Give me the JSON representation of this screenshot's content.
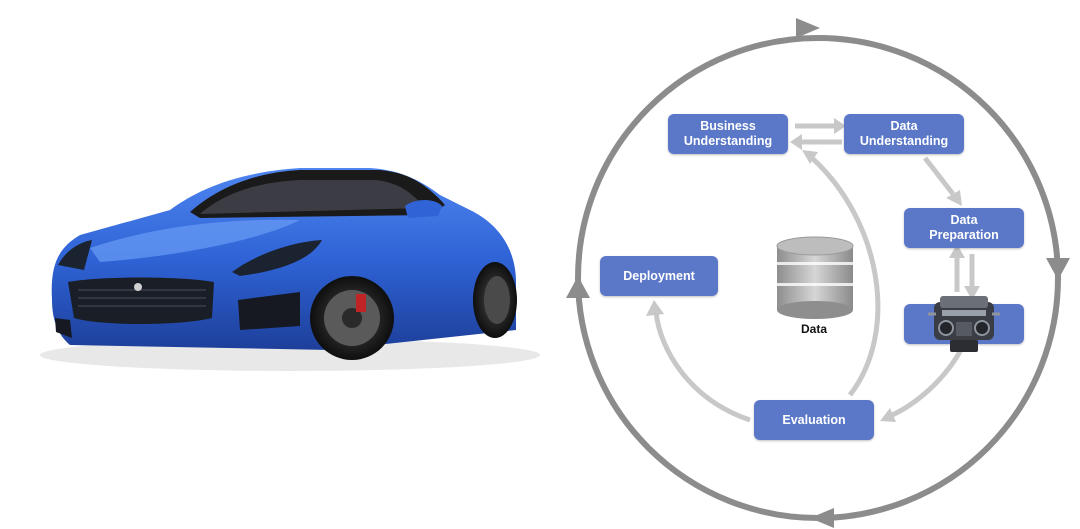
{
  "diagram": {
    "steps": {
      "business_understanding": {
        "line1": "Business",
        "line2": "Understanding"
      },
      "data_understanding": {
        "line1": "Data",
        "line2": "Understanding"
      },
      "data_preparation": {
        "line1": "Data",
        "line2": "Preparation"
      },
      "modeling": {
        "line1": ""
      },
      "evaluation": {
        "line1": "Evaluation"
      },
      "deployment": {
        "line1": "Deployment"
      }
    },
    "center_label": "Data"
  },
  "colors": {
    "box_fill": "#5b78c8",
    "box_text": "#ffffff",
    "outer_cycle": "#8c8c8c",
    "inner_arrows": "#c8c8c8",
    "car_body": "#2f63d6"
  },
  "images": {
    "car": "blue sports car photo",
    "engine": "engine block photo",
    "database": "database cylinder icon"
  }
}
